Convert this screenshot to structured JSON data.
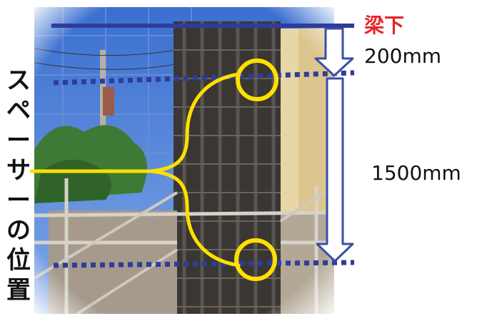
{
  "labels": {
    "beam_bottom": "梁下",
    "dim_top": "200mm",
    "dim_span": "1500mm",
    "spacer_position": [
      "ス",
      "ペ",
      "ー",
      "サ",
      "ー",
      "の",
      "位",
      "置"
    ]
  },
  "colors": {
    "beam_line": "#2e3d99",
    "dotted_line": "#2e3d99",
    "arrow": "#3a4fa8",
    "highlight": "#ffe000",
    "beam_label": "#e8242b"
  }
}
